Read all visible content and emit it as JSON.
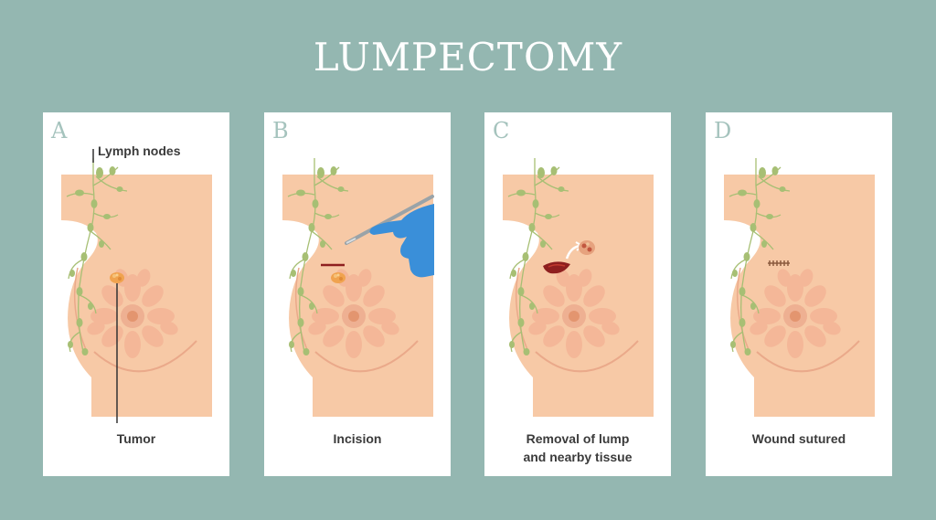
{
  "title": "LUMPECTOMY",
  "colors": {
    "background": "#94b7b1",
    "skin": "#f7c9a6",
    "gland": "#f3b294",
    "lymph": "#9fb96b",
    "tumor": "#f0a34f",
    "glove": "#3a8fd9"
  },
  "panels": [
    {
      "letter": "A",
      "caption": "Tumor",
      "labels": {
        "lymph_nodes": "Lymph nodes"
      }
    },
    {
      "letter": "B",
      "caption": "Incision"
    },
    {
      "letter": "C",
      "caption_line1": "Removal of lump",
      "caption_line2": "and nearby tissue"
    },
    {
      "letter": "D",
      "caption": "Wound sutured"
    }
  ]
}
